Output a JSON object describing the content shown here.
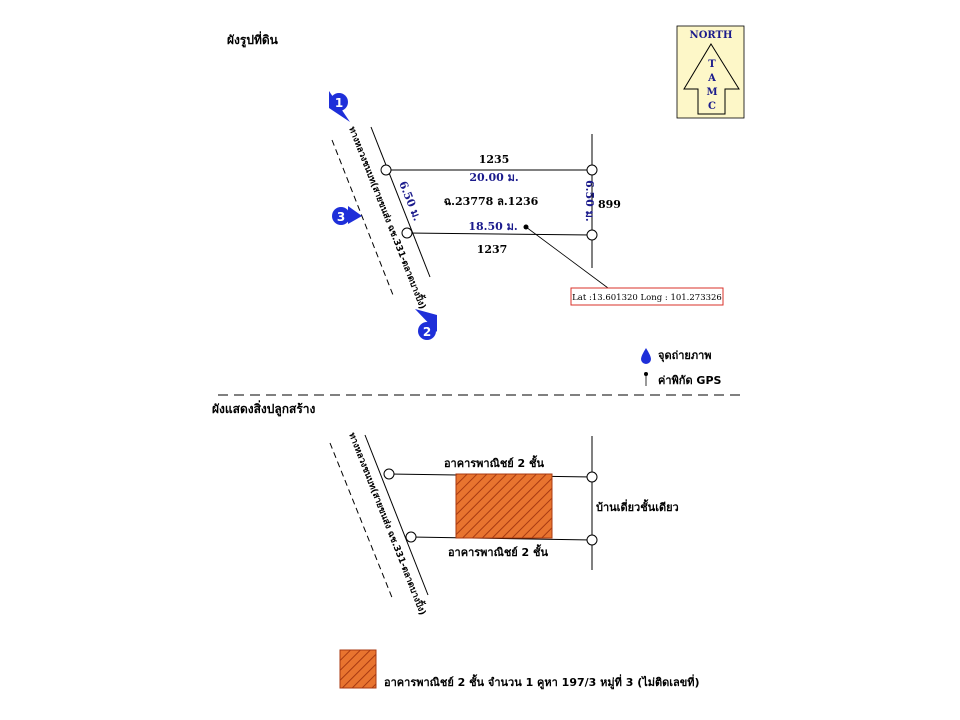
{
  "titles": {
    "land_plan": "ผังรูปที่ดิน",
    "building_plan": "ผังแสดงสิ่งปลูกสร้าง"
  },
  "compass": {
    "north_label": "NORTH",
    "tamc_letters": [
      "T",
      "A",
      "M",
      "C"
    ],
    "fill_color": "#fdf7c8",
    "text_color": "#1b1b8c"
  },
  "road": {
    "name": "ทางหลวงชนบท(สายขนส่ง ฉช.331-ตลาดบางปิ้ง)"
  },
  "land_plan": {
    "top_neighbor": "1235",
    "bottom_neighbor": "1237",
    "right_neighbor": "899",
    "top_width": "20.00 ม.",
    "bottom_width": "18.50 ม.",
    "left_depth": "6.50 ม.",
    "right_depth": "6.50 ม.",
    "deed_number": "ฉ.23778 ล.1236",
    "gps_coordinates": "Lat :13.601320 Long : 101.273326"
  },
  "photo_points": [
    "1",
    "2",
    "3"
  ],
  "legend": {
    "photo_point": "จุดถ่ายภาพ",
    "gps_point": "ค่าพิกัด GPS"
  },
  "building_plan": {
    "top_label": "อาคารพาณิชย์ 2 ชั้น",
    "bottom_label": "อาคารพาณิชย์ 2 ชั้น",
    "right_label": "บ้านเดี่ยวชั้นเดียว"
  },
  "building_legend": {
    "text": "อาคารพาณิชย์ 2 ชั้น จำนวน 1 คูหา 197/3 หมู่ที่ 3 (ไม่ติดเลขที่)"
  },
  "colors": {
    "hatch_fill": "#e8742f",
    "hatch_line": "#a83a12",
    "callout_border": "#d9302a",
    "marker_blue": "#1e2fd9"
  }
}
